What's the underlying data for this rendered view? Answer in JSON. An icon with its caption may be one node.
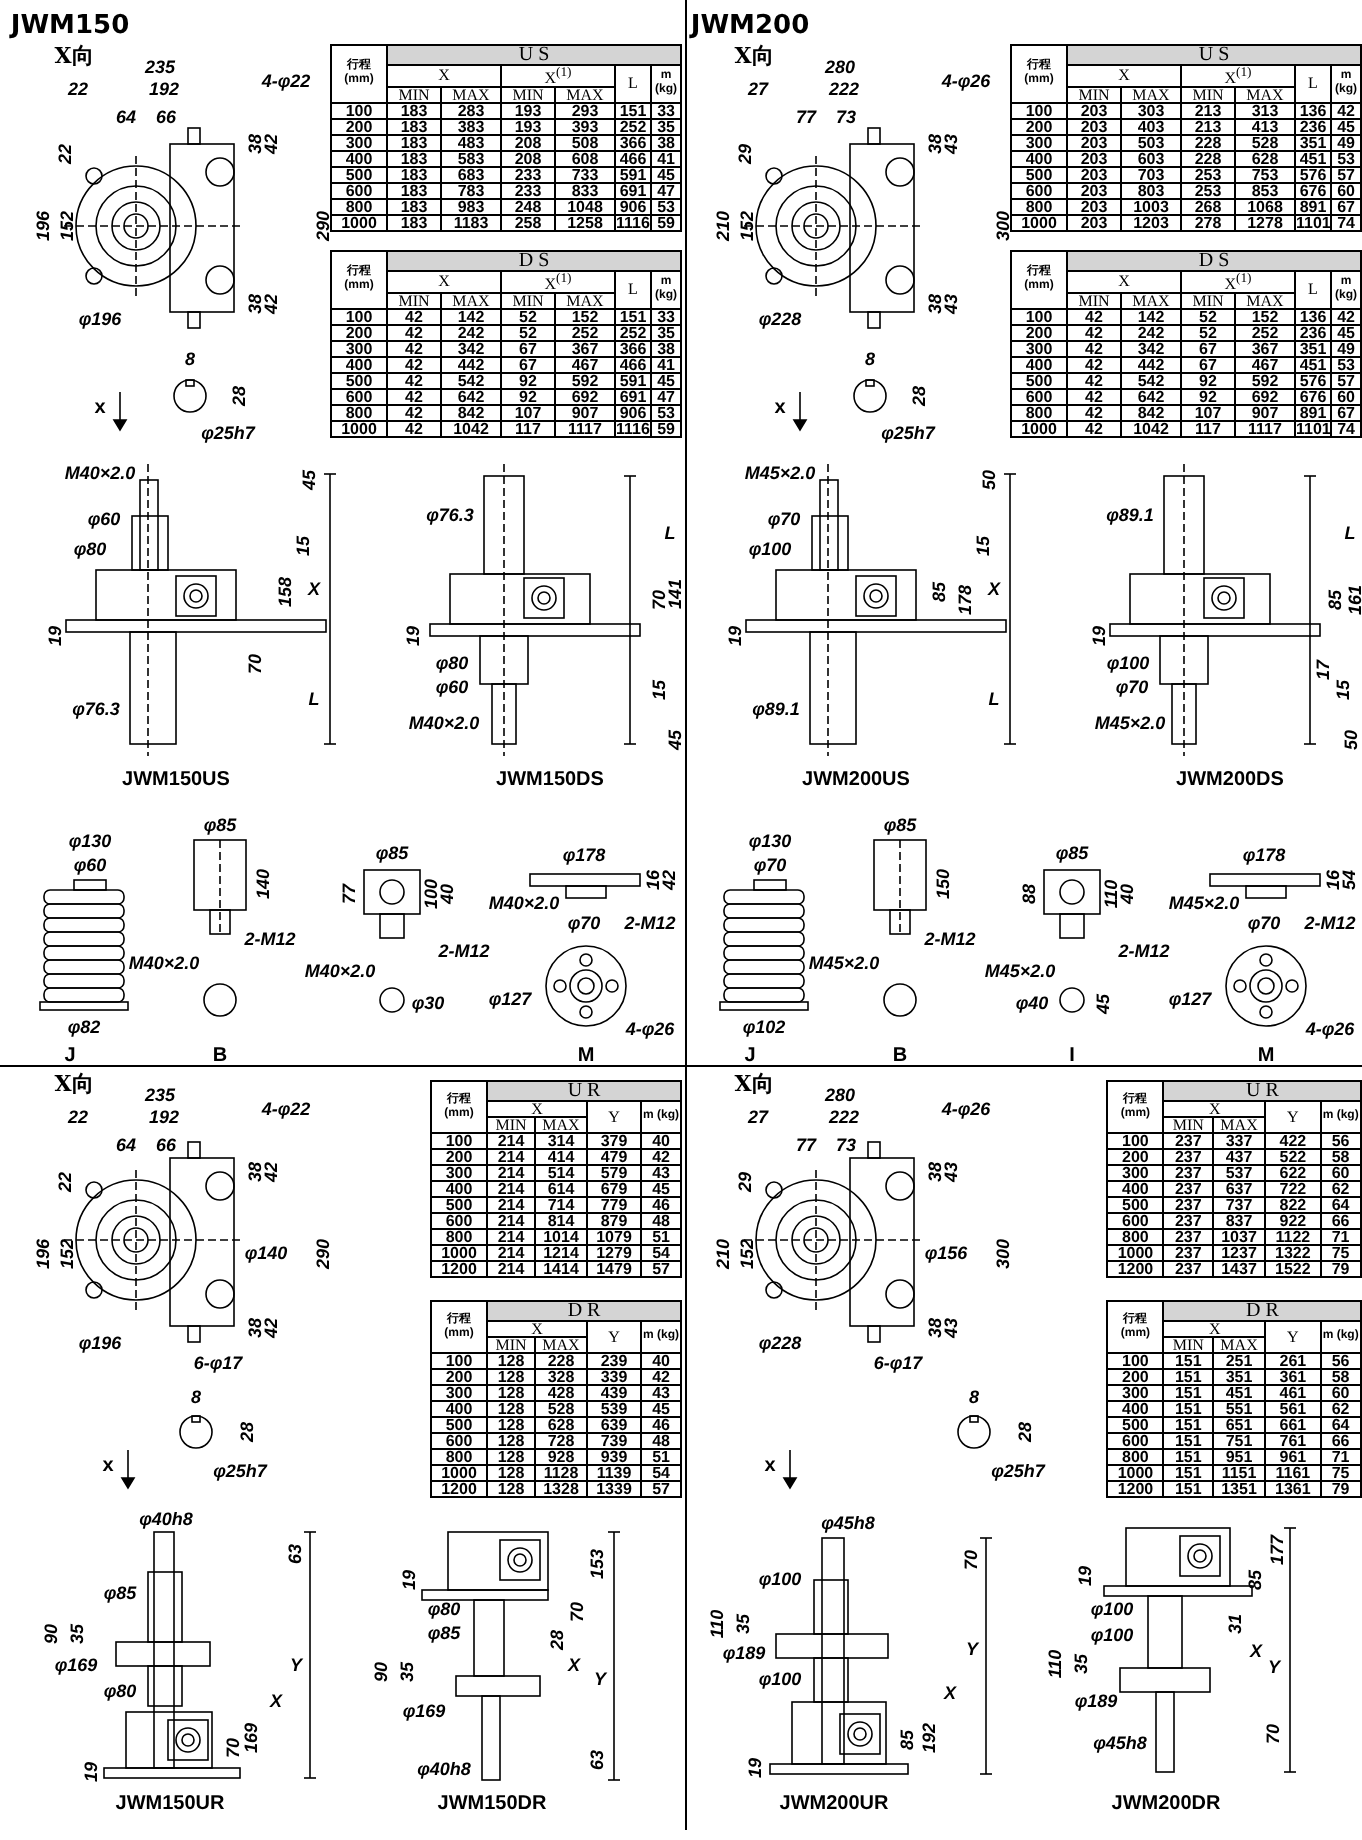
{
  "diagram": {
    "labels": [
      "JWM150",
      "X向",
      "235",
      "22",
      "192",
      "64",
      "66",
      "4-φ22",
      "22",
      "38",
      "42",
      "196",
      "152",
      "290",
      "φ196",
      "38",
      "42",
      "行程 (mm)",
      "U S",
      "X",
      "X$^{(1)}$",
      "L",
      "m (kg)",
      "MIN",
      "MAX",
      "MIN",
      "MAX",
      "100",
      "183",
      "283",
      "193",
      "293",
      "151",
      "33",
      "200",
      "183",
      "383",
      "193",
      "393",
      "252",
      "35",
      "300",
      "183",
      "483",
      "208",
      "508",
      "366",
      "38",
      "400",
      "183",
      "583",
      "208",
      "608",
      "466",
      "41",
      "500",
      "183",
      "683",
      "233",
      "733",
      "591",
      "45",
      "600",
      "183",
      "783",
      "233",
      "833",
      "691",
      "47",
      "800",
      "183",
      "983",
      "248",
      "1048",
      "906",
      "53",
      "1000",
      "183",
      "1183",
      "258",
      "1258",
      "1116",
      "59",
      "行程 (mm)",
      "D S",
      "X",
      "X$^{(1)}$",
      "L",
      "m (kg)",
      "MIN",
      "MAX",
      "MIN",
      "MAX",
      "100",
      "42",
      "142",
      "52",
      "152",
      "151",
      "33",
      "200",
      "42",
      "242",
      "52",
      "252",
      "252",
      "35",
      "300",
      "42",
      "342",
      "67",
      "367",
      "366",
      "38",
      "400",
      "42",
      "442",
      "67",
      "467",
      "466",
      "41",
      "500",
      "42",
      "542",
      "92",
      "592",
      "591",
      "45",
      "600",
      "42",
      "642",
      "92",
      "692",
      "691",
      "47",
      "800",
      "42",
      "842",
      "107",
      "907",
      "906",
      "53",
      "1000",
      "42",
      "1042",
      "117",
      "1117",
      "1116",
      "59",
      "8",
      "28",
      "φ25h7",
      "x",
      "M40×2.0",
      "45",
      "φ60",
      "φ80",
      "15",
      "X",
      "158",
      "19",
      "70",
      "L",
      "φ76.3",
      "JWM150US",
      "φ76.3",
      "L",
      "19",
      "70",
      "141",
      "φ80",
      "φ60",
      "15",
      "45",
      "M40×2.0",
      "JWM150DS",
      "φ130",
      "φ60",
      "φ85",
      "φ85",
      "φ178",
      "140",
      "77",
      "100",
      "40",
      "16",
      "42",
      "M40×2.0",
      "2-M12",
      "M40×2.0",
      "2-M12",
      "M40×2.0",
      "φ70",
      "2-M12",
      "φ82",
      "φ30",
      "φ127",
      "4-φ26",
      "J",
      "B",
      "M",
      "JWM200",
      "X向",
      "280",
      "27",
      "222",
      "77",
      "73",
      "4-φ26",
      "29",
      "38",
      "43",
      "210",
      "152",
      "300",
      "φ228",
      "38",
      "43",
      "行程 (mm)",
      "U S",
      "X",
      "X$^{(1)}$",
      "L",
      "m (kg)",
      "MIN",
      "MAX",
      "MIN",
      "MAX",
      "100",
      "203",
      "303",
      "213",
      "313",
      "136",
      "42",
      "200",
      "203",
      "403",
      "213",
      "413",
      "236",
      "45",
      "300",
      "203",
      "503",
      "228",
      "528",
      "351",
      "49",
      "400",
      "203",
      "603",
      "228",
      "628",
      "451",
      "53",
      "500",
      "203",
      "703",
      "253",
      "753",
      "576",
      "57",
      "600",
      "203",
      "803",
      "253",
      "853",
      "676",
      "60",
      "800",
      "203",
      "1003",
      "268",
      "1068",
      "891",
      "67",
      "1000",
      "203",
      "1203",
      "278",
      "1278",
      "1101",
      "74",
      "行程 (mm)",
      "D S",
      "X",
      "X$^{(1)}$",
      "L",
      "m (kg)",
      "MIN",
      "MAX",
      "MIN",
      "MAX",
      "100",
      "42",
      "142",
      "52",
      "152",
      "136",
      "42",
      "200",
      "42",
      "242",
      "52",
      "252",
      "236",
      "45",
      "300",
      "42",
      "342",
      "67",
      "367",
      "351",
      "49",
      "400",
      "42",
      "442",
      "67",
      "467",
      "451",
      "53",
      "500",
      "42",
      "542",
      "92",
      "592",
      "576",
      "57",
      "600",
      "42",
      "642",
      "92",
      "692",
      "676",
      "60",
      "800",
      "42",
      "842",
      "107",
      "907",
      "891",
      "67",
      "1000",
      "42",
      "1042",
      "117",
      "1117",
      "1101",
      "74",
      "8",
      "28",
      "φ25h7",
      "x",
      "M45×2.0",
      "50",
      "φ70",
      "φ100",
      "15",
      "85",
      "X",
      "178",
      "19",
      "L",
      "φ89.1",
      "JWM200US",
      "φ89.1",
      "L",
      "161",
      "85",
      "17",
      "15",
      "19",
      "φ100",
      "φ70",
      "M45×2.0",
      "50",
      "JWM200DS",
      "φ130",
      "φ70",
      "φ85",
      "φ85",
      "φ178",
      "150",
      "88",
      "110",
      "40",
      "16",
      "54",
      "M45×2.0",
      "2-M12",
      "M45×2.0",
      "2-M12",
      "M45×2.0",
      "φ70",
      "2-M12",
      "φ102",
      "φ40",
      "45",
      "φ127",
      "4-φ26",
      "J",
      "B",
      "I",
      "M",
      "X向",
      "235",
      "22",
      "192",
      "64",
      "66",
      "4-φ22",
      "22",
      "38",
      "42",
      "196",
      "152",
      "φ140",
      "290",
      "φ196",
      "6-φ17",
      "38",
      "42",
      "行程 (mm)",
      "U R",
      "X",
      "Y",
      "m (kg)",
      "MIN",
      "MAX",
      "100",
      "214",
      "314",
      "379",
      "40",
      "200",
      "214",
      "414",
      "479",
      "42",
      "300",
      "214",
      "514",
      "579",
      "43",
      "400",
      "214",
      "614",
      "679",
      "45",
      "500",
      "214",
      "714",
      "779",
      "46",
      "600",
      "214",
      "814",
      "879",
      "48",
      "800",
      "214",
      "1014",
      "1079",
      "51",
      "1000",
      "214",
      "1214",
      "1279",
      "54",
      "1200",
      "214",
      "1414",
      "1479",
      "57",
      "行程 (mm)",
      "D R",
      "X",
      "Y",
      "m (kg)",
      "MIN",
      "MAX",
      "100",
      "128",
      "228",
      "239",
      "40",
      "200",
      "128",
      "328",
      "339",
      "42",
      "300",
      "128",
      "428",
      "439",
      "43",
      "400",
      "128",
      "528",
      "539",
      "45",
      "500",
      "128",
      "628",
      "639",
      "46",
      "600",
      "128",
      "728",
      "739",
      "48",
      "800",
      "128",
      "928",
      "939",
      "51",
      "1000",
      "128",
      "1128",
      "1139",
      "54",
      "1200",
      "128",
      "1328",
      "1339",
      "57",
      "8",
      "28",
      "φ25h7",
      "x",
      "φ40h8",
      "63",
      "φ85",
      "90",
      "35",
      "φ169",
      "Y",
      "φ80",
      "X",
      "169",
      "70",
      "19",
      "JWM150UR",
      "19",
      "70",
      "153",
      "φ80",
      "φ85",
      "28",
      "X",
      "Y",
      "90",
      "35",
      "φ169",
      "63",
      "φ40h8",
      "JWM150DR",
      "X向",
      "280",
      "27",
      "222",
      "77",
      "73",
      "4-φ26",
      "29",
      "38",
      "43",
      "210",
      "152",
      "φ156",
      "300",
      "φ228",
      "6-φ17",
      "38",
      "43",
      "行程 (mm)",
      "U R",
      "X",
      "Y",
      "m (kg)",
      "MIN",
      "MAX",
      "100",
      "237",
      "337",
      "422",
      "56",
      "200",
      "237",
      "437",
      "522",
      "58",
      "300",
      "237",
      "537",
      "622",
      "60",
      "400",
      "237",
      "637",
      "722",
      "62",
      "500",
      "237",
      "737",
      "822",
      "64",
      "600",
      "237",
      "837",
      "922",
      "66",
      "800",
      "237",
      "1037",
      "1122",
      "71",
      "1000",
      "237",
      "1237",
      "1322",
      "75",
      "1200",
      "237",
      "1437",
      "1522",
      "79",
      "行程 (mm)",
      "D R",
      "X",
      "Y",
      "m (kg)",
      "MIN",
      "MAX",
      "100",
      "151",
      "251",
      "261",
      "56",
      "200",
      "151",
      "351",
      "361",
      "58",
      "300",
      "151",
      "451",
      "461",
      "60",
      "400",
      "151",
      "551",
      "561",
      "62",
      "500",
      "151",
      "651",
      "661",
      "64",
      "600",
      "151",
      "751",
      "761",
      "66",
      "800",
      "151",
      "951",
      "961",
      "71",
      "1000",
      "151",
      "1151",
      "1161",
      "75",
      "1200",
      "151",
      "1351",
      "1361",
      "79",
      "8",
      "28",
      "φ25h7",
      "x",
      "φ45h8",
      "70",
      "φ100",
      "110",
      "35",
      "φ189",
      "Y",
      "φ100",
      "X",
      "192",
      "85",
      "19",
      "JWM200UR",
      "177",
      "19",
      "85",
      "φ100",
      "31",
      "φ100",
      "X",
      "Y",
      "110",
      "35",
      "φ189",
      "70",
      "φ45h8",
      "JWM200DR"
    ]
  }
}
